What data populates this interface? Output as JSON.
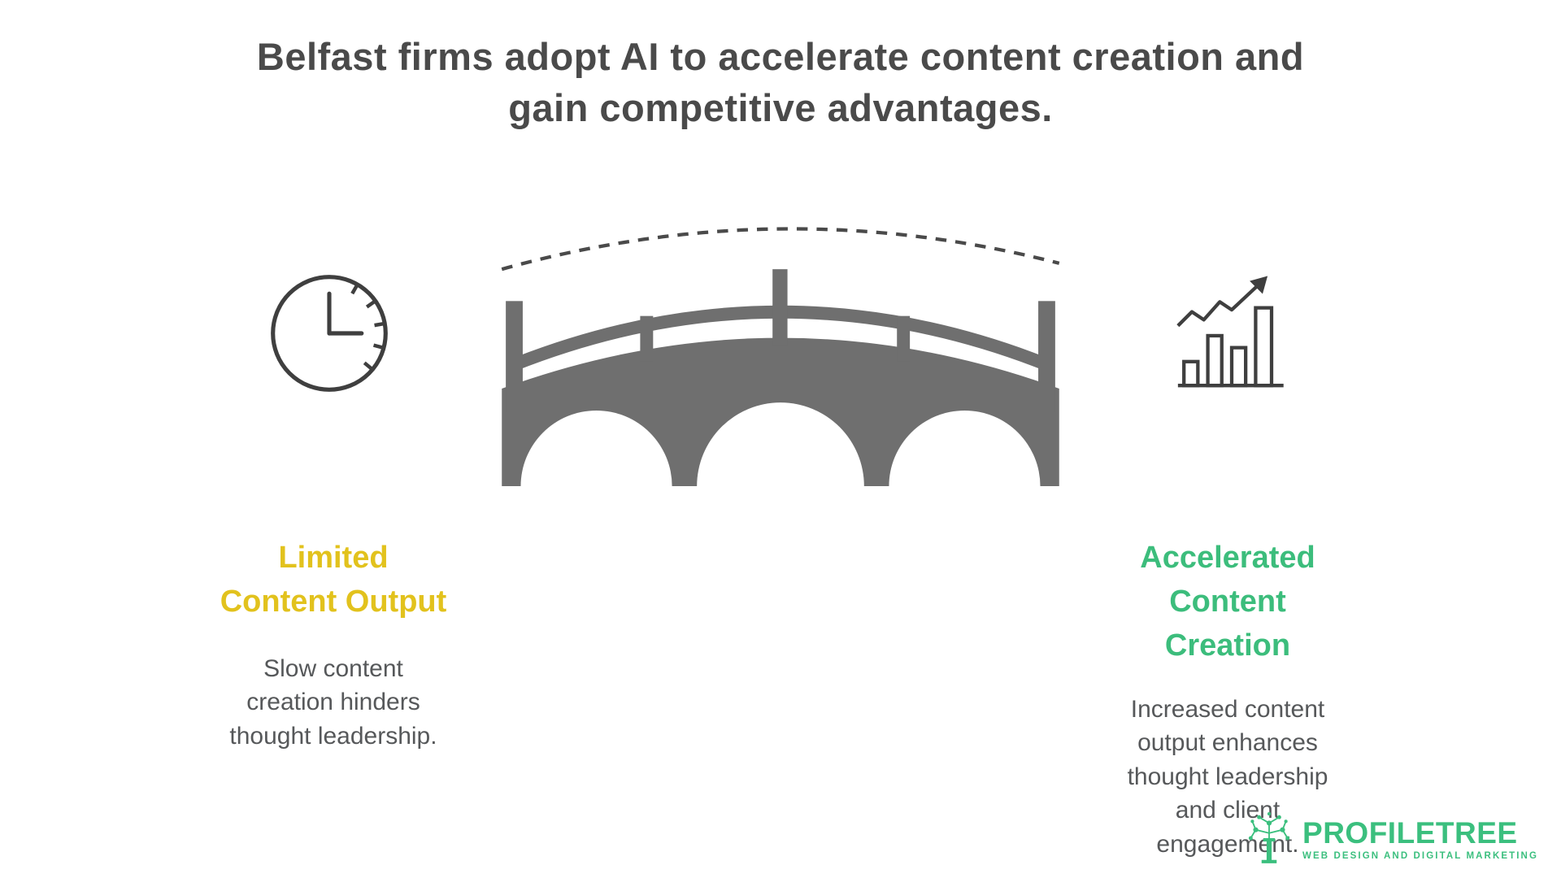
{
  "title": "Belfast firms adopt AI to accelerate content creation and\ngain competitive advantages.",
  "left_panel": {
    "icon": "clock",
    "heading": "Limited\nContent Output",
    "body": "Slow content\ncreation hinders\nthought leadership."
  },
  "center_panel": {
    "icon": "bridge-with-dashed-arc"
  },
  "right_panel": {
    "icon": "growth-bar-chart",
    "heading": "Accelerated\nContent\nCreation",
    "body": "Increased content\noutput enhances\nthought leadership\nand client\nengagement."
  },
  "logo": {
    "brand": "PROFILETREE",
    "tagline": "WEB DESIGN AND DIGITAL MARKETING"
  },
  "colors": {
    "title_text": "#4a4a4a",
    "left_heading": "#e2c21d",
    "right_heading": "#3cbd7c",
    "body_text": "#56585a",
    "bridge_gray": "#6f6f6f",
    "icon_stroke": "#3f3f3f",
    "logo_green": "#3bbf7e"
  }
}
